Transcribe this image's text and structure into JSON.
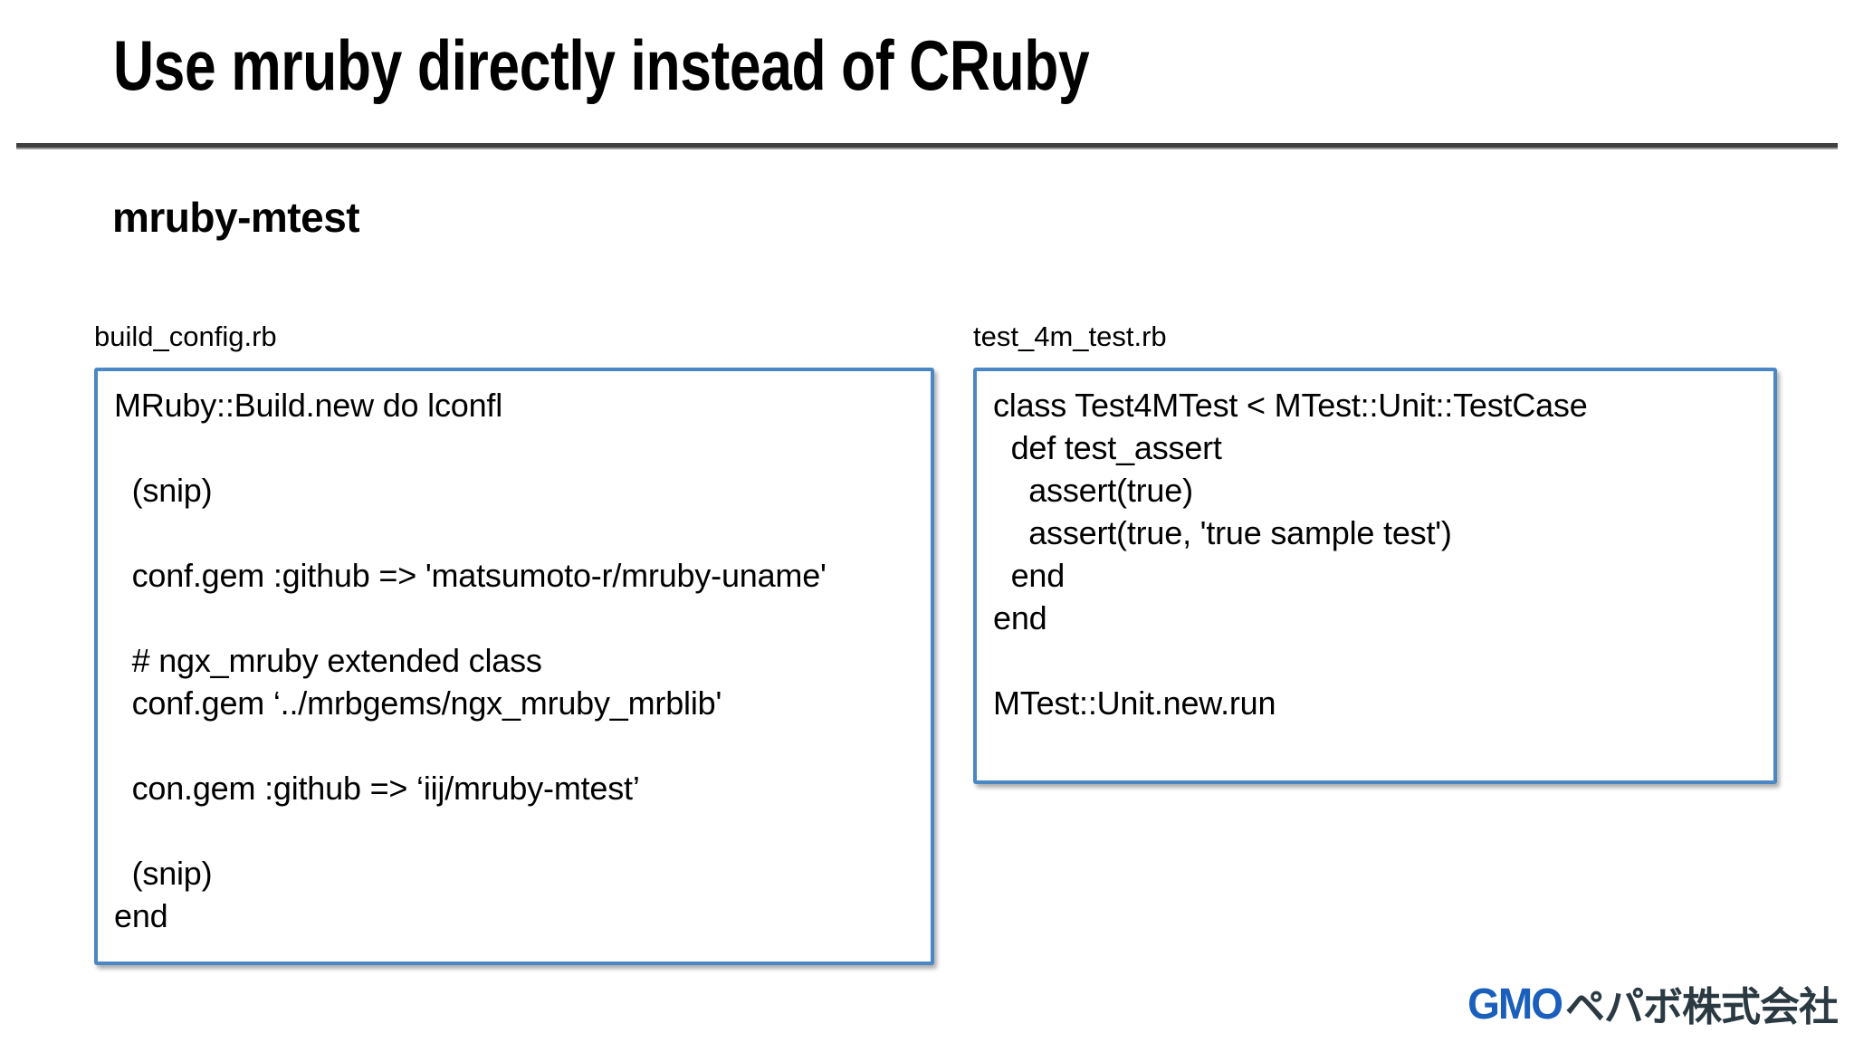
{
  "slide": {
    "title": "Use mruby directly instead of CRuby",
    "section_heading": "mruby-mtest",
    "left_column": {
      "file_label": "build_config.rb",
      "code_lines": [
        "MRuby::Build.new do lconfl",
        "",
        "  (snip)",
        "",
        "  conf.gem :github => 'matsumoto-r/mruby-uname'",
        "",
        "  # ngx_mruby extended class",
        "  conf.gem ‘../mrbgems/ngx_mruby_mrblib'",
        "",
        "  con.gem :github => ‘iij/mruby-mtest’",
        "",
        "  (snip)",
        "end"
      ]
    },
    "right_column": {
      "file_label": "test_4m_test.rb",
      "code_lines": [
        "class Test4MTest < MTest::Unit::TestCase",
        "  def test_assert",
        "    assert(true)",
        "    assert(true, 'true sample test')",
        "  end",
        "end",
        "",
        "MTest::Unit.new.run"
      ]
    },
    "footer": {
      "logo_primary": "GMO",
      "logo_secondary": "ペパボ株式会社"
    },
    "colors": {
      "box_border": "#4b87c4",
      "rule": "#404040",
      "logo_blue": "#1b5fbd",
      "logo_dark": "#2b3a42",
      "text": "#000000",
      "background": "#ffffff"
    }
  }
}
